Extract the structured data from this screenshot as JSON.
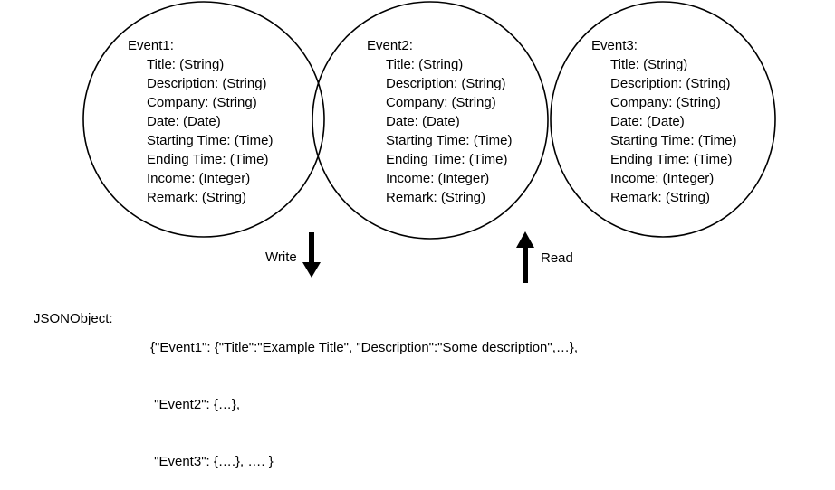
{
  "events": [
    {
      "title": "Event1:",
      "fields": [
        "Title: (String)",
        "Description: (String)",
        "Company: (String)",
        "Date: (Date)",
        "Starting Time: (Time)",
        "Ending Time: (Time)",
        "Income: (Integer)",
        "Remark: (String)"
      ]
    },
    {
      "title": "Event2:",
      "fields": [
        "Title: (String)",
        "Description: (String)",
        "Company: (String)",
        "Date: (Date)",
        "Starting Time: (Time)",
        "Ending Time: (Time)",
        "Income: (Integer)",
        "Remark: (String)"
      ]
    },
    {
      "title": "Event3:",
      "fields": [
        "Title: (String)",
        "Description: (String)",
        "Company: (String)",
        "Date: (Date)",
        "Starting Time: (Time)",
        "Ending Time: (Time)",
        "Income: (Integer)",
        "Remark: (String)"
      ]
    }
  ],
  "arrows": {
    "write_label": "Write",
    "read_label": "Read"
  },
  "json_object": {
    "label": "JSONObject:",
    "lines": [
      "{\"Event1\": {\"Title\":\"Example Title\", \"Description\":\"Some description\",…},",
      " \"Event2\": {…},",
      " \"Event3\": {….}, …. }"
    ]
  }
}
